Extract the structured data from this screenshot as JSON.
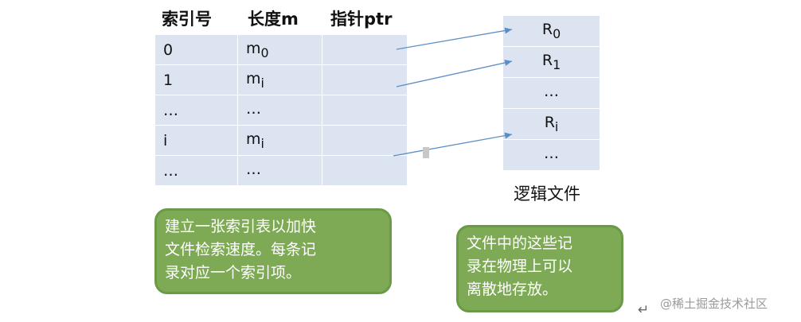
{
  "index_table": {
    "headers": [
      "索引号",
      "长度m",
      "指针ptr"
    ],
    "rows": [
      {
        "idx": "0",
        "len": "m",
        "sub": "0",
        "ptr": ""
      },
      {
        "idx": "1",
        "len": "m",
        "sub": "i",
        "ptr": ""
      },
      {
        "idx": "…",
        "len": "…",
        "sub": "",
        "ptr": ""
      },
      {
        "idx": "i",
        "len": "m",
        "sub": "i",
        "ptr": ""
      },
      {
        "idx": "…",
        "len": "…",
        "sub": "",
        "ptr": ""
      }
    ]
  },
  "logical_file": {
    "title": "逻辑文件",
    "records": [
      {
        "label": "R",
        "sub": "0"
      },
      {
        "label": "R",
        "sub": "1"
      },
      {
        "label": "…",
        "sub": ""
      },
      {
        "label": "R",
        "sub": "i"
      },
      {
        "label": "…",
        "sub": ""
      }
    ]
  },
  "callouts": {
    "left": "建立一张索引表以加快\n文件检索速度。每条记\n录对应一个索引项。",
    "right": "文件中的这些记\n录在物理上可以\n离散地存放。"
  },
  "watermark": "@稀土掘金技术社区",
  "return_symbol": "↵",
  "colors": {
    "cell": "#dde4f1",
    "callout": "#7eaa55",
    "arrow": "#5b8fc4"
  }
}
